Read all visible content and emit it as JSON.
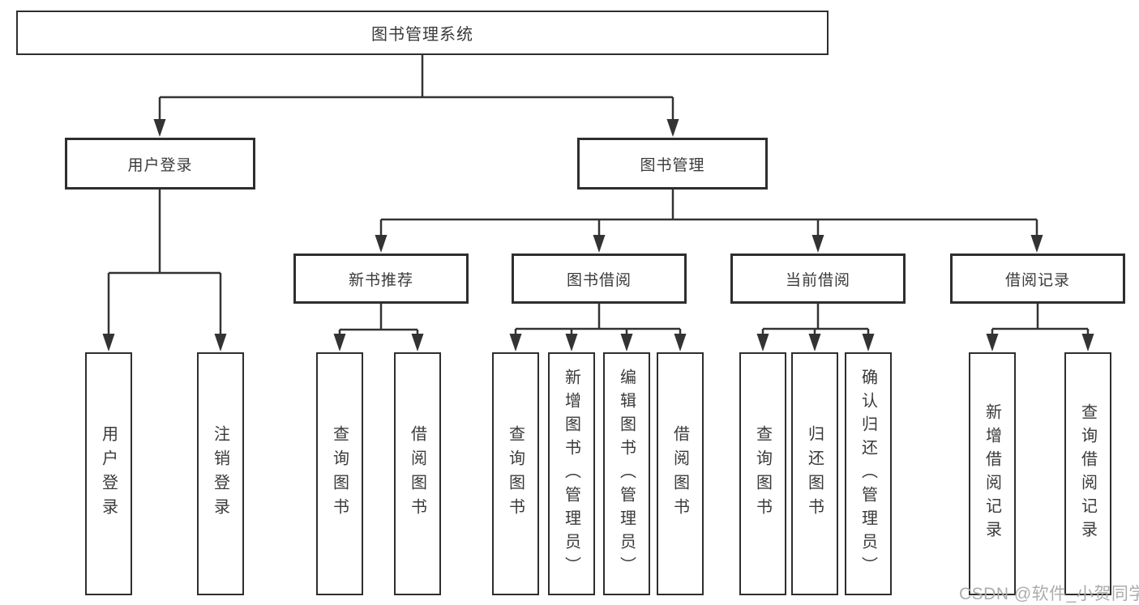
{
  "colors": {
    "background": "#ffffff",
    "box_border": "#2e2e2e",
    "line": "#333333",
    "text": "#3a3a3a",
    "watermark": "#acacac"
  },
  "tree": {
    "label": "图书管理系统",
    "children": [
      {
        "label": "用户登录",
        "children": [
          {
            "label": "用户登录"
          },
          {
            "label": "注销登录"
          }
        ]
      },
      {
        "label": "图书管理",
        "children": [
          {
            "label": "新书推荐",
            "children": [
              {
                "label": "查询图书"
              },
              {
                "label": "借阅图书"
              }
            ]
          },
          {
            "label": "图书借阅",
            "children": [
              {
                "label": "查询图书"
              },
              {
                "label": "新增图书（管理员）"
              },
              {
                "label": "编辑图书（管理员）"
              },
              {
                "label": "借阅图书"
              }
            ]
          },
          {
            "label": "当前借阅",
            "children": [
              {
                "label": "查询图书"
              },
              {
                "label": "归还图书"
              },
              {
                "label": "确认归还（管理员）"
              }
            ]
          },
          {
            "label": "借阅记录",
            "children": [
              {
                "label": "新增借阅记录"
              },
              {
                "label": "查询借阅记录"
              }
            ]
          }
        ]
      }
    ]
  },
  "watermark": "CSDN @软件_小贺同学"
}
